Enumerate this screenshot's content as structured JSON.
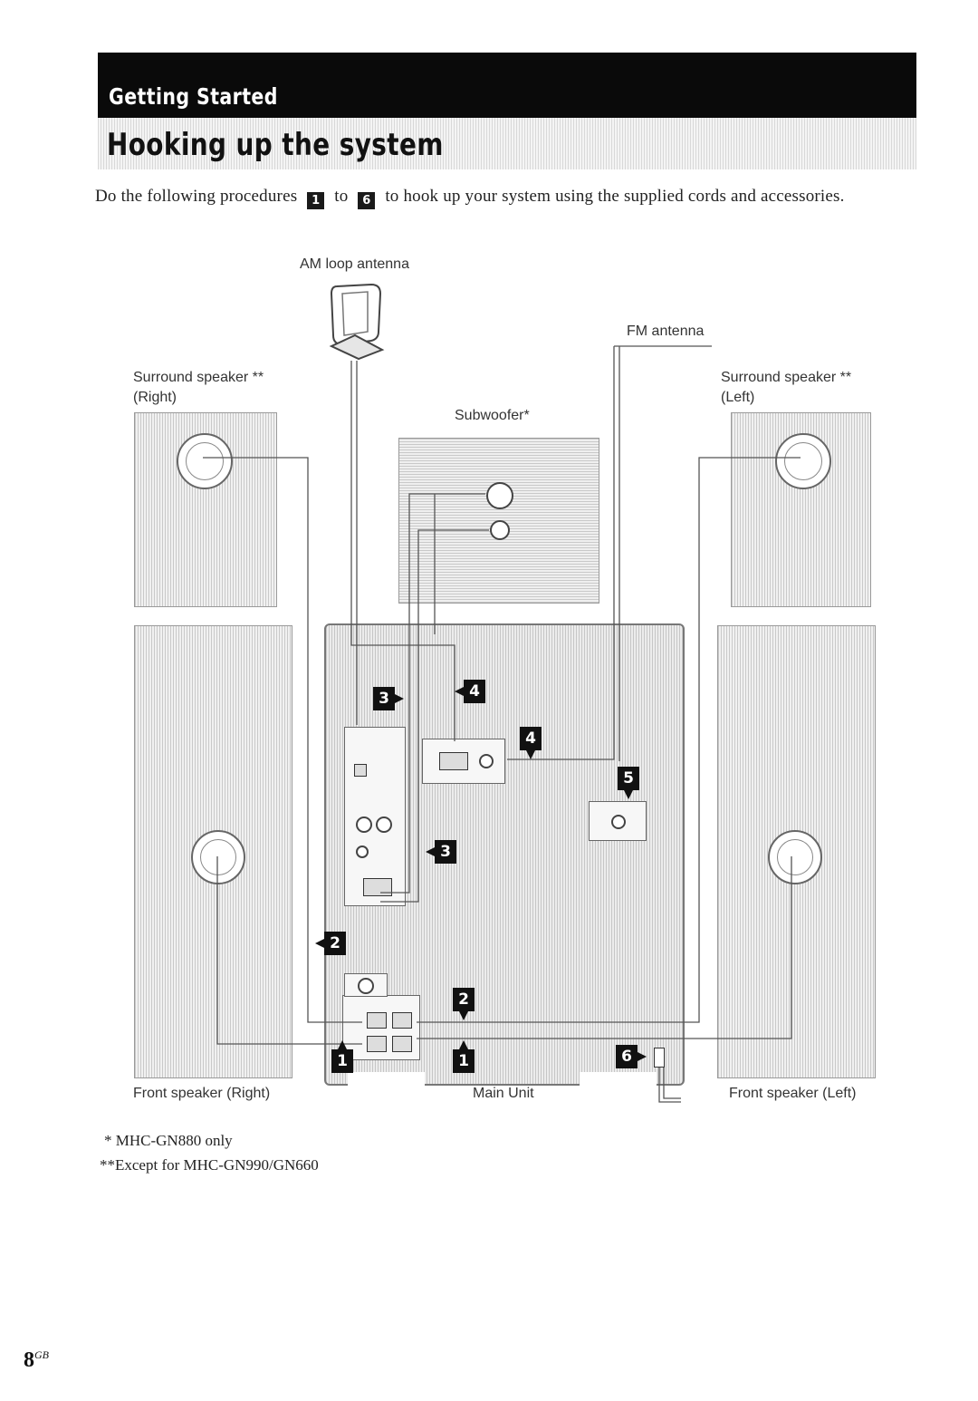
{
  "header": {
    "section": "Getting Started",
    "title": "Hooking up the system"
  },
  "intro": {
    "before": "Do the following procedures",
    "step_from": "1",
    "middle": "to",
    "step_to": "6",
    "after": "to hook up your system using the supplied cords and accessories."
  },
  "diagram": {
    "labels": {
      "am_antenna": "AM loop antenna",
      "fm_antenna": "FM antenna",
      "surround_right": "Surround speaker **\n(Right)",
      "surround_left": "Surround speaker **\n(Left)",
      "subwoofer": "Subwoofer*",
      "front_right": "Front speaker (Right)",
      "main_unit": "Main Unit",
      "front_left": "Front speaker (Left)"
    },
    "callouts": {
      "c3_top": "3",
      "c4_top": "4",
      "c4_mid": "4",
      "c5": "5",
      "c3_mid": "3",
      "c2_left": "2",
      "c2_center": "2",
      "c1_left": "1",
      "c1_center": "1",
      "c6": "6"
    }
  },
  "footnotes": {
    "note1": "* MHC-GN880 only",
    "note2": "**Except for MHC-GN990/GN660"
  },
  "page": {
    "number": "8",
    "suffix": "GB"
  }
}
